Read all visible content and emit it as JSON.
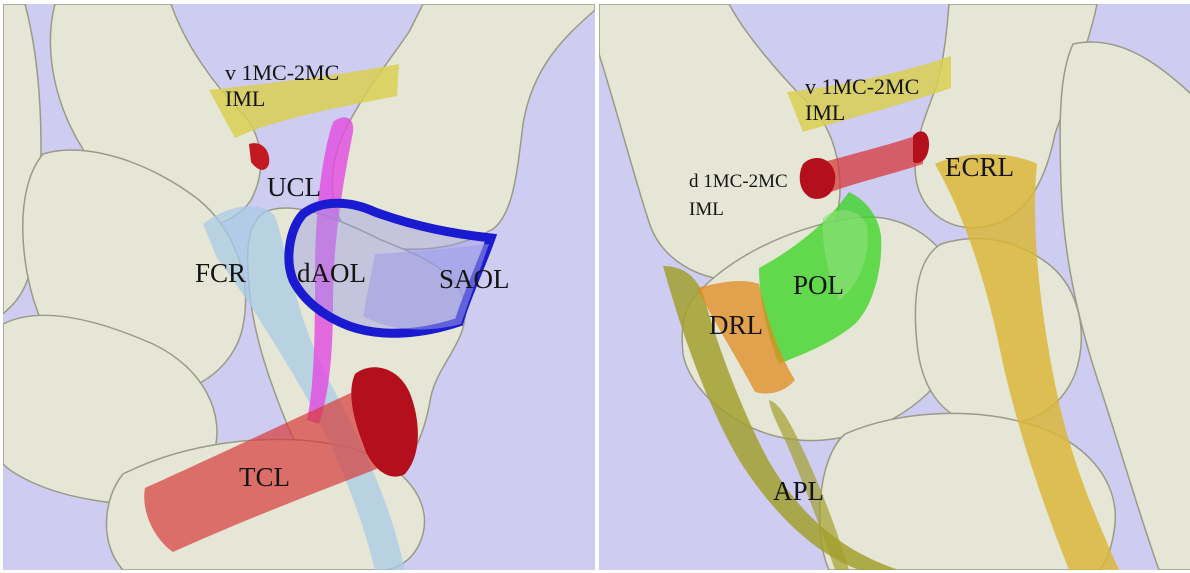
{
  "left_panel": {
    "labels": {
      "v_imc_line1": "v 1MC-2MC",
      "v_imc_line2": "IML",
      "ucl": "UCL",
      "fcr": "FCR",
      "daol": "dAOL",
      "saol": "SAOL",
      "tcl": "TCL"
    }
  },
  "right_panel": {
    "labels": {
      "v_imc_line1": "v 1MC-2MC",
      "v_imc_line2": "IML",
      "d_imc_line1": "d 1MC-2MC",
      "d_imc_line2": "IML",
      "ecrl": "ECRL",
      "pol": "POL",
      "drl": "DRL",
      "apl": "APL"
    }
  },
  "colors": {
    "background": "#cfccf2",
    "bone": "#e6e6d6",
    "bone_outline": "#9a9a86",
    "yellow_ligament": "#d9cf52",
    "red_ligament": "#d63a3a",
    "dark_red": "#b30f1c",
    "blue_ligament": "#1a1ad0",
    "magenta": "#e14be0",
    "light_blue": "#a9cbe6",
    "green": "#36d41f",
    "orange": "#e08a1e",
    "olive": "#a2a02e",
    "gold": "#d9b63c"
  }
}
